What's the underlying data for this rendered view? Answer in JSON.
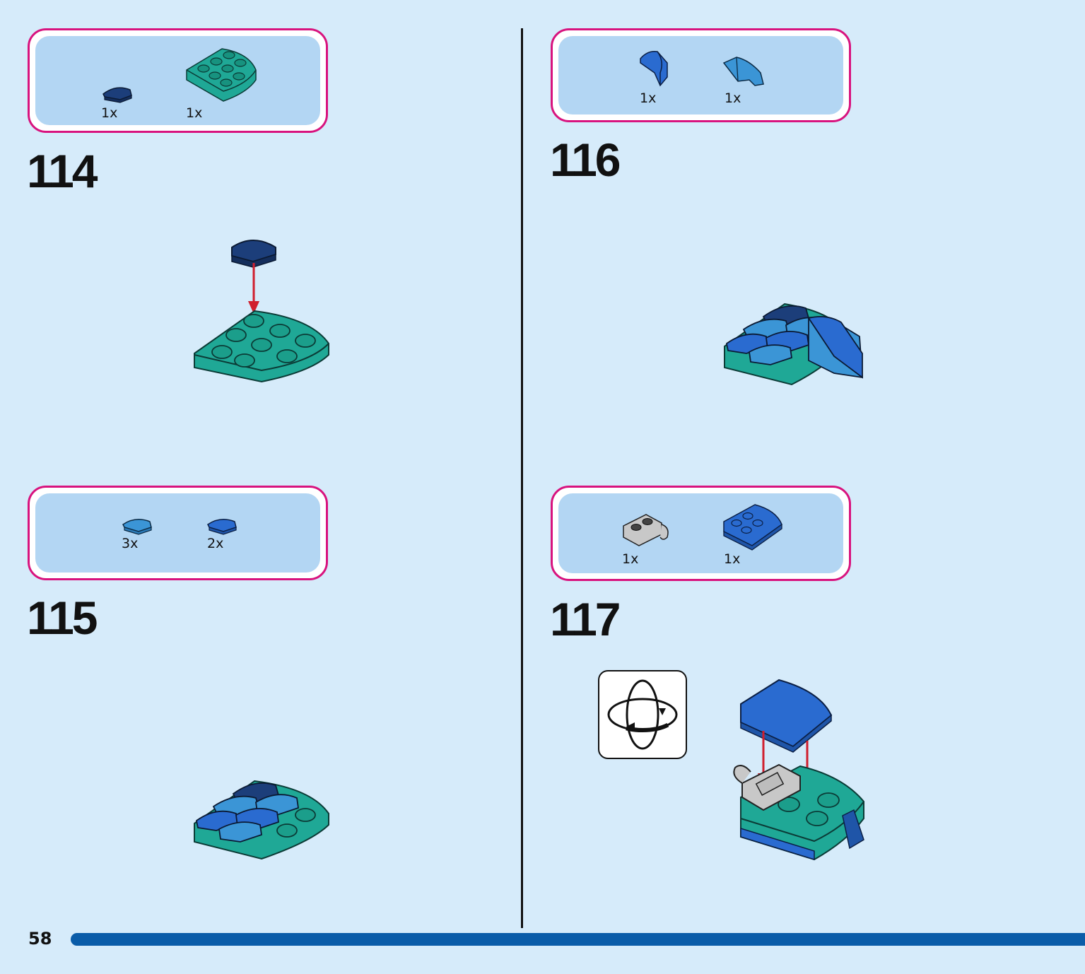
{
  "page": {
    "number": "58"
  },
  "steps": [
    {
      "number": "114",
      "parts": [
        {
          "qty": "1x",
          "icon": "dark-blue-round-tile-icon"
        },
        {
          "qty": "1x",
          "icon": "teal-round-plate-icon"
        }
      ]
    },
    {
      "number": "115",
      "parts": [
        {
          "qty": "3x",
          "icon": "medium-blue-round-tile-icon"
        },
        {
          "qty": "2x",
          "icon": "blue-round-tile-icon"
        }
      ]
    },
    {
      "number": "116",
      "parts": [
        {
          "qty": "1x",
          "icon": "blue-curved-slope-icon"
        },
        {
          "qty": "1x",
          "icon": "medium-blue-wing-slope-icon"
        }
      ]
    },
    {
      "number": "117",
      "parts": [
        {
          "qty": "1x",
          "icon": "gray-clip-plate-icon"
        },
        {
          "qty": "1x",
          "icon": "blue-curved-slope-plate-icon"
        }
      ]
    }
  ],
  "colors": {
    "background": "#d6ebfa",
    "callout_border": "#d8137e",
    "callout_fill": "#b3d6f3",
    "teal": "#1fa896",
    "dark_blue": "#1c3e7a",
    "blue": "#2a6bd0",
    "medium_blue": "#3b95d6",
    "arrow_red": "#d01f2e",
    "progress_bar": "#0a5ca8"
  }
}
